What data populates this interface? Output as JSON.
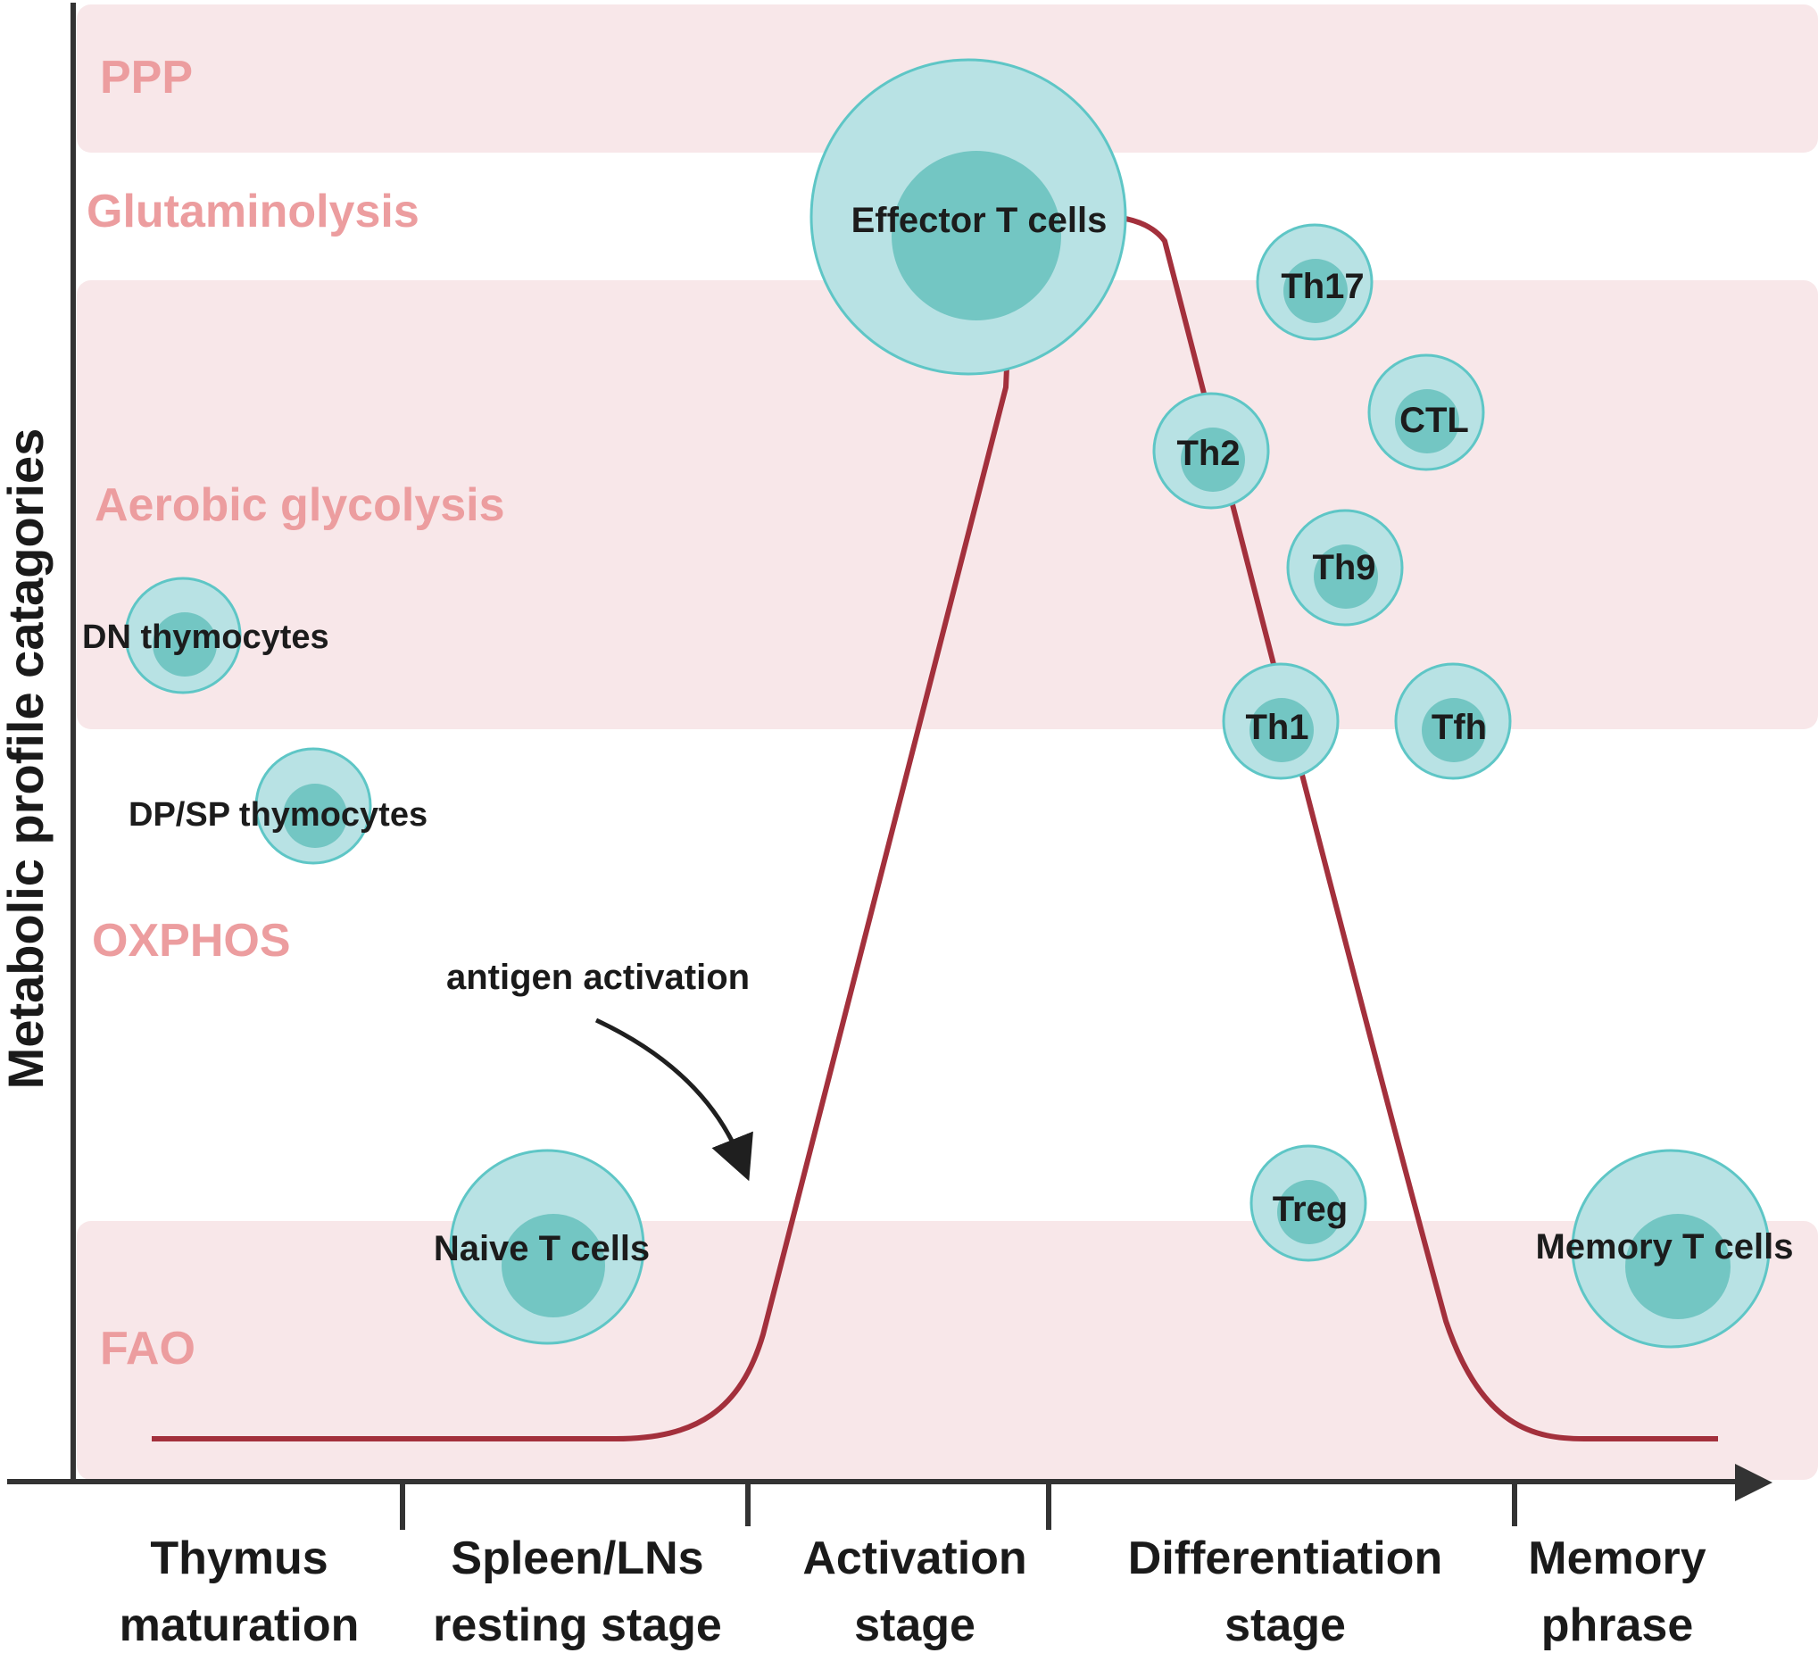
{
  "axis": {
    "y_title": "Metabolic profile catagories"
  },
  "categories": [
    {
      "label": "PPP",
      "band": true
    },
    {
      "label": "Glutaminolysis",
      "band": false
    },
    {
      "label": "Aerobic glycolysis",
      "band": true
    },
    {
      "label": "OXPHOS",
      "band": false
    },
    {
      "label": "FAO",
      "band": true
    }
  ],
  "stages": [
    {
      "line1": "Thymus",
      "line2": "maturation"
    },
    {
      "line1": "Spleen/LNs",
      "line2": "resting stage"
    },
    {
      "line1": "Activation",
      "line2": "stage"
    },
    {
      "line1": "Differentiation",
      "line2": "stage"
    },
    {
      "line1": "Memory",
      "line2": "phrase"
    }
  ],
  "cells": {
    "effector": "Effector T cells",
    "naive": "Naive T cells",
    "memory": "Memory T cells",
    "dn": "DN thymocytes",
    "dpsp": "DP/SP thymocytes",
    "th17": "Th17",
    "ctl": "CTL",
    "th2": "Th2",
    "th9": "Th9",
    "th1": "Th1",
    "tfh": "Tfh",
    "treg": "Treg"
  },
  "annotation": {
    "antigen": "antigen activation"
  },
  "colors": {
    "band": "#f8e7e9",
    "category_text": "#ec9d9f",
    "curve": "#a3303c",
    "cell_outer": "#b8e2e4",
    "cell_inner": "#73c6c3"
  }
}
